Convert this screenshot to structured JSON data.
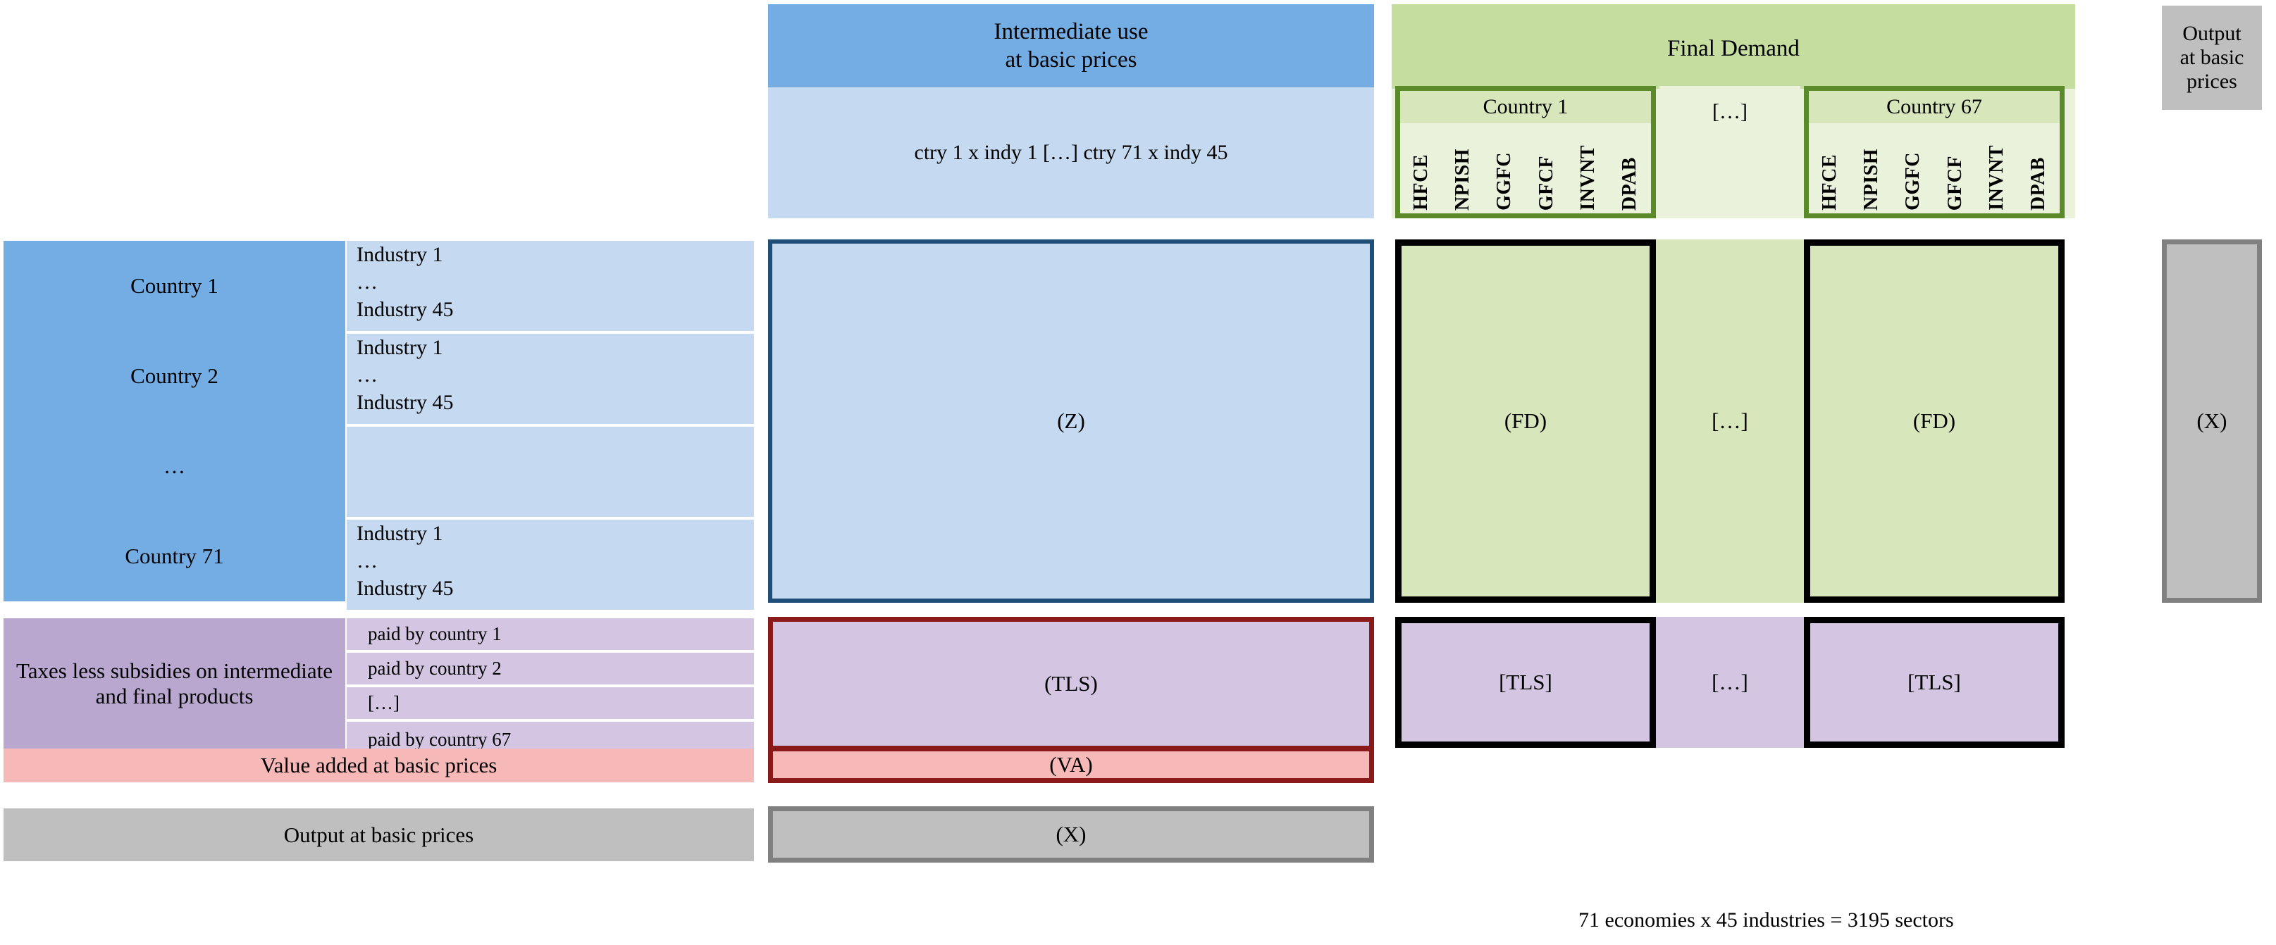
{
  "diagram": {
    "title_intermediate": "Intermediate use\nat basic prices",
    "intermediate_use": {
      "header_line1": "Intermediate use",
      "header_line2": "at basic prices",
      "column_spec": "ctry 1 x indy 1  […]  ctry 71 x indy 45",
      "matrix_label": "(Z)"
    },
    "final_demand": {
      "header": "Final Demand",
      "country_first": "Country 1",
      "country_ellipsis": "[…]",
      "country_last": "Country 67",
      "components": [
        "HFCE",
        "NPISH",
        "GGFC",
        "GFCF",
        "INVNT",
        "DPAB"
      ],
      "matrix_label_first": "(FD)",
      "matrix_label_ellipsis": "[…]",
      "matrix_label_last": "(FD)"
    },
    "output_column": {
      "header_line1": "Output",
      "header_line2": "at basic",
      "header_line3": "prices",
      "matrix_label": "(X)"
    },
    "row_headers": {
      "countries": [
        {
          "name": "Country 1",
          "industries": [
            "Industry 1",
            "…",
            "Industry 45"
          ]
        },
        {
          "name": "Country 2",
          "industries": [
            "Industry 1",
            "…",
            "Industry 45"
          ]
        },
        {
          "name": "…",
          "industries": []
        },
        {
          "name": "Country 71",
          "industries": [
            "Industry 1",
            "…",
            "Industry 45"
          ]
        }
      ],
      "tls_label": "Taxes less subsidies on intermediate and final products",
      "tls_rows": [
        "paid by country 1",
        "paid by country 2",
        "[…]",
        "paid by country 67"
      ],
      "va_label": "Value added at basic prices",
      "output_label": "Output at basic prices"
    },
    "body_cells": {
      "tls_intermediate": "(TLS)",
      "tls_fd_first": "[TLS]",
      "tls_fd_ellipsis": "[…]",
      "tls_fd_last": "[TLS]",
      "va": "(VA)",
      "output_x": "(X)"
    },
    "footnote": "71 economies x 45 industries = 3195 sectors",
    "colors": {
      "blue_dark": "#74ade4",
      "blue_light": "#c5daf1",
      "blue_border": "#1f4e79",
      "green_dark": "#c5dd9f",
      "green_mid": "#d7e7bb",
      "green_pale": "#eaf2dc",
      "green_border": "#5a8a2a",
      "grey": "#bfbfbf",
      "grey_border": "#808080",
      "purple": "#b9a7d0",
      "purple_light": "#d4c6e3",
      "pink": "#f7b8b8",
      "dark_red_border": "#8b1a1a",
      "black_border": "#000000"
    }
  }
}
